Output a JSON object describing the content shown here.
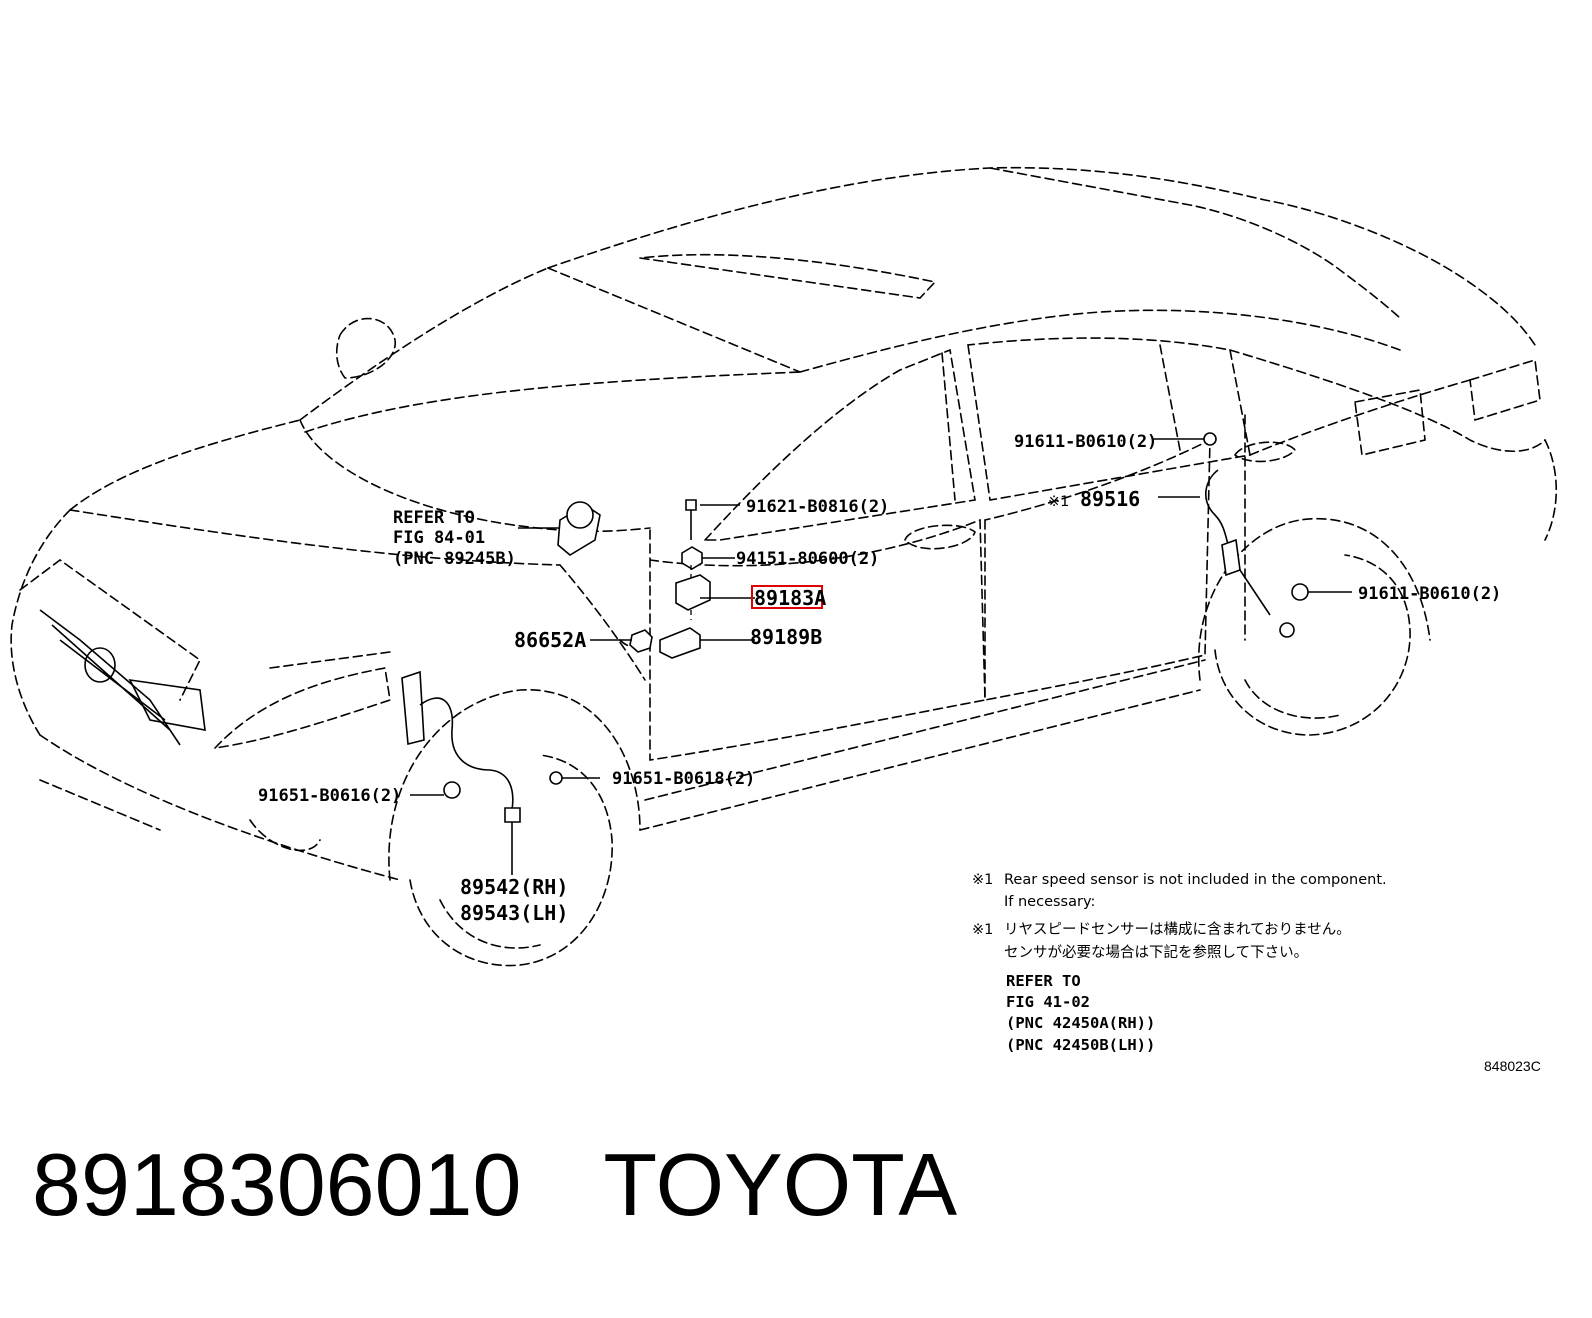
{
  "labels": {
    "refer_fig84": [
      "REFER TO",
      "FIG 84-01",
      "(PNC 89245B)"
    ],
    "p91621": "91621-B0816(2)",
    "p94151": "94151-80600(2)",
    "p89183a": "89183A",
    "p89189b": "89189B",
    "p86652a": "86652A",
    "p91611_top": "91611-B0610(2)",
    "p89516_mark": "※1",
    "p89516": "89516",
    "p91611_right": "91611-B0610(2)",
    "p91651_left": "91651-B0616(2)",
    "p91651_right": "91651-B0618(2)",
    "p89542": "89542(RH)",
    "p89543": "89543(LH)"
  },
  "notes": {
    "mark": "※1",
    "en_line1": "Rear speed sensor is not included in the component.",
    "en_line2": "If necessary:",
    "jp_line1": "リヤスピードセンサーは構成に含まれておりません。",
    "jp_line2": "センサが必要な場合は下記を参照して下さい。",
    "refer": [
      "REFER TO",
      "FIG 41-02",
      "(PNC 42450A(RH))",
      "(PNC 42450B(LH))"
    ]
  },
  "figure_code": "848023C",
  "caption": {
    "part_number": "8918306010",
    "brand": "TOYOTA"
  },
  "colors": {
    "highlight": "#e00000",
    "ink": "#000000"
  }
}
